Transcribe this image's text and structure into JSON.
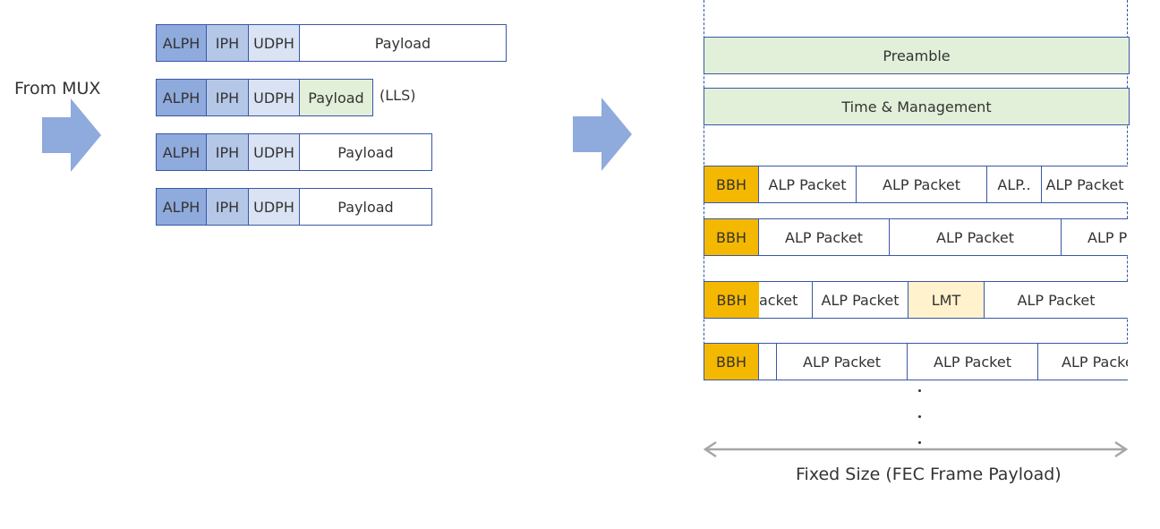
{
  "input": {
    "source_label": "From MUX",
    "packets": [
      {
        "cells": [
          "ALPH",
          "IPH",
          "UDPH",
          "Payload"
        ],
        "note": ""
      },
      {
        "cells": [
          "ALPH",
          "IPH",
          "UDPH",
          "Payload"
        ],
        "note": "(LLS)"
      },
      {
        "cells": [
          "ALPH",
          "IPH",
          "UDPH",
          "Payload"
        ],
        "note": ""
      },
      {
        "cells": [
          "ALPH",
          "IPH",
          "UDPH",
          "Payload"
        ],
        "note": ""
      }
    ]
  },
  "frame": {
    "preamble_label": "Preamble",
    "time_mgmt_label": "Time & Management",
    "rows": [
      [
        "BBH",
        "ALP Packet",
        "ALP Packet",
        "ALP..",
        "ALP Packet"
      ],
      [
        "BBH",
        "ALP Packet",
        "ALP Packet",
        "ALP P"
      ],
      [
        "BBH",
        "acket",
        "ALP Packet",
        "LMT",
        "ALP Packet"
      ],
      [
        "BBH",
        "",
        "ALP Packet",
        "ALP Packet",
        "ALP Packet"
      ]
    ],
    "size_label": "Fixed Size (FEC Frame Payload)"
  },
  "colors": {
    "alph": "#8faadc",
    "iph": "#b4c7e7",
    "udph": "#dae3f3",
    "lls_payload": "#e2f0d9",
    "bbh": "#f5b800",
    "lmt": "#fff2cc",
    "arrow": "#8faadc",
    "border": "#3a57a6"
  }
}
